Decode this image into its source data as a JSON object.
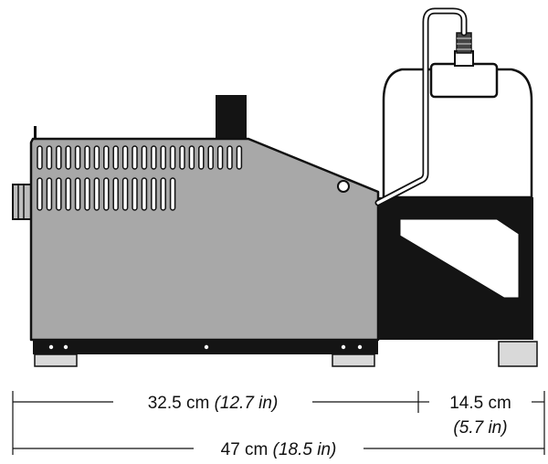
{
  "dimensions": {
    "main_length": {
      "metric": "32.5 cm",
      "imperial": "(12.7 in)"
    },
    "tank_length": {
      "metric": "14.5 cm",
      "imperial": "(5.7 in)"
    },
    "total_length": {
      "metric": "47 cm",
      "imperial": "(18.5 in)"
    }
  },
  "colors": {
    "body_fill": "#a8a8a8",
    "outline": "#111111",
    "dark": "#141414",
    "foot": "#d9d9d9",
    "tank": "#ffffff"
  },
  "vents": {
    "top_row_count": 22,
    "bottom_row_count": 15
  }
}
